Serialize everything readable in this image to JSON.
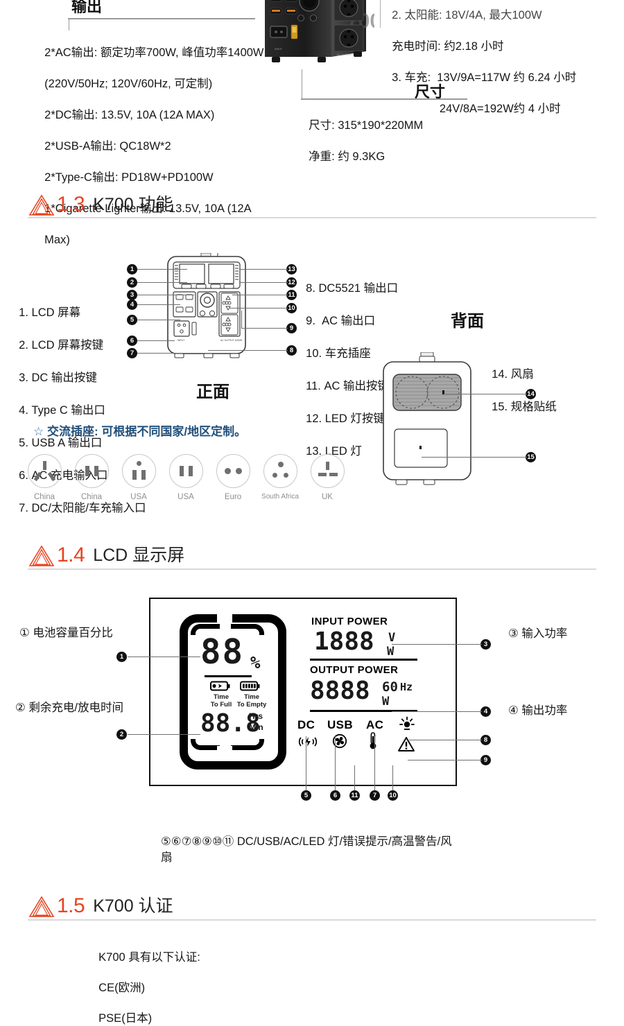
{
  "page": {
    "top_sections": {
      "output": {
        "title": "输出",
        "lines": [
          "2*AC输出: 额定功率700W, 峰值功率1400W",
          "(220V/50Hz; 120V/60Hz, 可定制)",
          "2*DC输出: 13.5V, 10A (12A MAX)",
          "2*USB-A输出: QC18W*2",
          "2*Type-C输出: PD18W+PD100W",
          "1*Cigarette Lighter输出: 13.5V, 10A (12A",
          "Max)"
        ]
      },
      "charging": {
        "line_clipped": "2. 太阳能: 18V/4A, 最大100W",
        "lines": [
          "充电时间: 约2.18 小时",
          "3. 车充:  13V/9A=117W 约 6.24 小时",
          "               24V/8A=192W约 4 小时"
        ]
      },
      "size": {
        "title": "尺寸",
        "lines": [
          "尺寸: 315*190*220MM",
          "净重: 约 9.3KG"
        ]
      }
    },
    "section_1_3": {
      "number": "1.3",
      "title": "K700 功能",
      "left_list": [
        "1. LCD 屏幕",
        "2. LCD 屏幕按键",
        "3. DC 输出按键",
        "4. Type C 输出口",
        "5. USB A 输出口",
        "6. AC 充电输入口",
        "7. DC/太阳能/车充输入口"
      ],
      "right_list": [
        "8. DC5521 输出口",
        "9.  AC 输出口",
        "10. 车充插座",
        "11. AC 输出按键",
        "12. LED 灯按键",
        "13. LED 灯"
      ],
      "back_list": [
        "14. 风扇",
        "15. 规格贴纸"
      ],
      "front_caption": "正面",
      "back_caption": "背面",
      "front_markers": [
        "1",
        "2",
        "3",
        "4",
        "5",
        "6",
        "7",
        "8",
        "9",
        "10",
        "11",
        "12",
        "13"
      ],
      "back_markers": [
        "14",
        "15"
      ],
      "socket_note": "交流插座: 可根据不同国家/地区定制。",
      "socket_star": "☆",
      "sockets": [
        {
          "name": "China",
          "type": "cn-3"
        },
        {
          "name": "China",
          "type": "cn-2"
        },
        {
          "name": "USA",
          "type": "us-3"
        },
        {
          "name": "USA",
          "type": "us-2"
        },
        {
          "name": "Euro",
          "type": "eu-2"
        },
        {
          "name": "South Africa",
          "type": "za-3"
        },
        {
          "name": "UK",
          "type": "uk-3"
        }
      ]
    },
    "section_1_4": {
      "number": "1.4",
      "title": "LCD 显示屏",
      "left_labels": [
        "① 电池容量百分比",
        "② 剩余充电/放电时间"
      ],
      "right_labels": [
        "③ 输入功率",
        "④ 输出功率"
      ],
      "lcd": {
        "battery_value": "88",
        "battery_unit": "%",
        "time_value": "88.8",
        "time_unit_top": "Hrs",
        "time_unit_bottom": "Min",
        "time_to_full": "Time\nTo Full",
        "time_to_empty": "Time\nTo Empty",
        "input_label": "INPUT POWER",
        "input_value": "1888",
        "input_unit_top": "V",
        "input_unit_bottom": "W",
        "output_label": "OUTPUT POWER",
        "output_value": "8888",
        "output_hz": "60",
        "output_hz_unit": "Hz",
        "output_unit": "W",
        "indicators": [
          "DC",
          "USB",
          "AC"
        ],
        "icon_names": [
          "wireless-charge-icon",
          "fan-icon",
          "thermometer-icon",
          "led-light-icon",
          "warning-icon"
        ]
      },
      "lcd_markers": [
        "1",
        "2",
        "3",
        "4",
        "5",
        "6",
        "7",
        "8",
        "9",
        "10",
        "11"
      ],
      "caption": "⑤⑥⑦⑧⑨⑩⑪ DC/USB/AC/LED 灯/错误提示/高温警告/风\n扇"
    },
    "section_1_5": {
      "number": "1.5",
      "title": "K700 认证",
      "lines": [
        "K700 具有以下认证:",
        "CE(欧洲)",
        "PSE(日本)"
      ]
    },
    "colors": {
      "accent_red": "#e8441f",
      "note_blue": "#1f4e79",
      "rule_gray": "#d9d9d9",
      "text_dark": "#161616",
      "plug_gray": "#8d8d8d"
    }
  }
}
